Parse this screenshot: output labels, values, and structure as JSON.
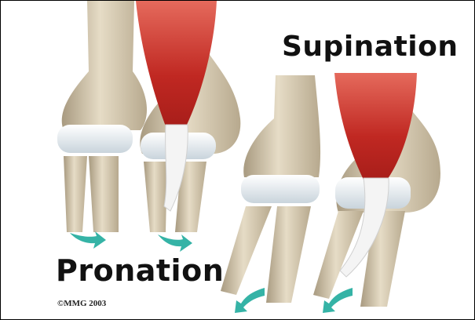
{
  "labels": {
    "supination": "Supination",
    "pronation": "Pronation",
    "copyright": "©MMG 2003"
  },
  "colors": {
    "bone": "#d9cdb4",
    "bone_shadow": "#a89a80",
    "cartilage": "#eef3f6",
    "muscle": "#c8302a",
    "tendon": "#f2f2f2",
    "arrow": "#35b3a6"
  },
  "icons": [
    "rotation-arrow-icon"
  ]
}
